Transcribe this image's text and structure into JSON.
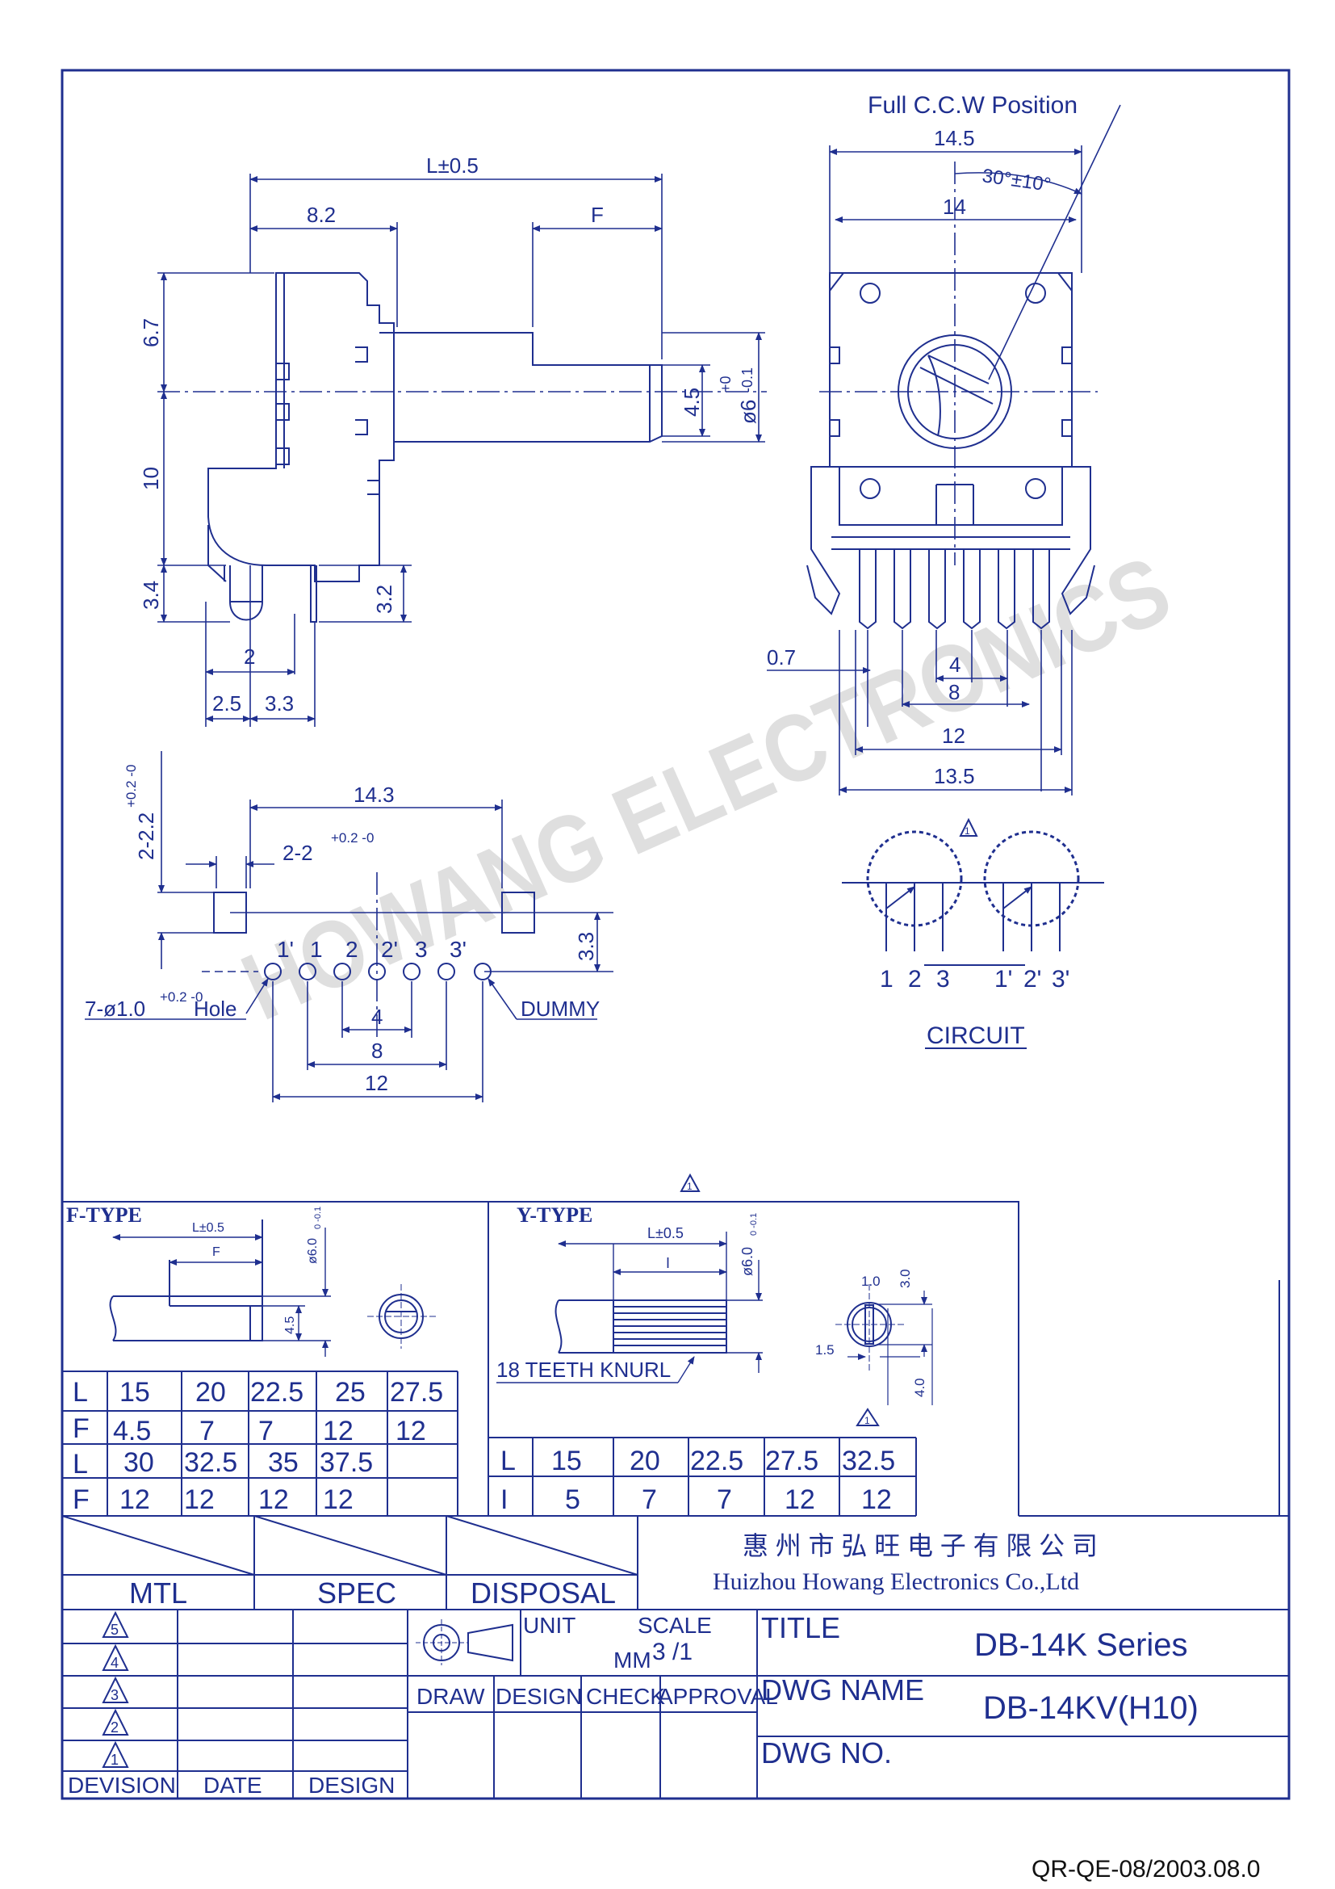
{
  "colors": {
    "line": "#1f2f8f",
    "ink": "#111111",
    "watermark": "#cfcfcf"
  },
  "watermark": "HOWANG ELECTRONICS",
  "side_view": {
    "length": "L±0.5",
    "d_8_2": "8.2",
    "flat": "F",
    "d_6_7": "6.7",
    "d_10": "10",
    "d_3_4": "3.4",
    "d_3_2": "3.2",
    "d_4_5": "4.5",
    "shaft_dia": "ø6",
    "shaft_dia_tol_top": "+0",
    "shaft_dia_tol_bot": "-0.1",
    "d_2": "2",
    "d_2_5": "2.5",
    "d_3_3": "3.3"
  },
  "front_view": {
    "ccw": "Full C.C.W Position",
    "d_14_5": "14.5",
    "angle": "30°±10°",
    "d_14": "14",
    "d_0_7": "0.7",
    "d_4": "4",
    "d_8": "8",
    "d_12": "12",
    "d_13_5": "13.5"
  },
  "pcb_layout": {
    "d_14_3": "14.3",
    "mount": "2-2",
    "mount_tol": "+0.2 -0",
    "mount_vertical": "2-2.2",
    "mount_vertical_tol": "+0.2 -0",
    "d_3_3": "3.3",
    "pin_labels": [
      "1'",
      "1",
      "2",
      "2'",
      "3",
      "3'"
    ],
    "hole": "7-ø1.0",
    "hole_tol": "+0.2 -0",
    "hole_word": "Hole",
    "dummy": "DUMMY",
    "d_4": "4",
    "d_8": "8",
    "d_12": "12"
  },
  "circuit": {
    "labels": [
      "1",
      "2",
      "3",
      "1'",
      "2'",
      "3'"
    ],
    "title": "CIRCUIT",
    "revision_mark": "1"
  },
  "f_type": {
    "title": "F-TYPE",
    "length": "L±0.5",
    "flat": "F",
    "dia": "ø6.0",
    "dia_tol": "0 -0.1",
    "d_4_5": "4.5",
    "table": [
      [
        "L",
        "15",
        "20",
        "22.5",
        "25",
        "27.5"
      ],
      [
        "F",
        "4.5",
        "7",
        "7",
        "12",
        "12"
      ],
      [
        "L",
        "30",
        "32.5",
        "35",
        "37.5",
        ""
      ],
      [
        "F",
        "12",
        "12",
        "12",
        "12",
        ""
      ]
    ]
  },
  "y_type": {
    "title": "Y-TYPE",
    "length": "L±0.5",
    "i": "I",
    "dia": "ø6.0",
    "dia_tol": "0 -0.1",
    "knurl": "18 TEETH KNURL",
    "d_1_0": "1.0",
    "d_3_0": "3.0",
    "d_1_5": "1.5",
    "d_4_0": "4.0",
    "table": [
      [
        "L",
        "15",
        "20",
        "22.5",
        "27.5",
        "32.5"
      ],
      [
        "I",
        "5",
        "7",
        "7",
        "12",
        "12"
      ]
    ]
  },
  "title_block": {
    "mtl": "MTL",
    "spec": "SPEC",
    "disposal": "DISPOSAL",
    "company_cn": "惠州市弘旺电子有限公司",
    "company_en": "Huizhou Howang Electronics Co.,Ltd",
    "revisions": [
      "5",
      "4",
      "3",
      "2",
      "1"
    ],
    "devision": "DEVISION",
    "date": "DATE",
    "design": "DESIGN",
    "unit": "UNIT",
    "unit_value": "MM",
    "scale": "SCALE",
    "scale_value": "3 /1",
    "draw": "DRAW",
    "design2": "DESIGN",
    "check": "CHECK",
    "approval": "APPROVAL",
    "title_label": "TITLE",
    "title_value": "DB-14K Series",
    "dwg_name_label": "DWG NAME",
    "dwg_name_value": "DB-14KV(H10)",
    "dwg_no_label": "DWG NO."
  },
  "footer": "QR-QE-08/2003.08.0"
}
